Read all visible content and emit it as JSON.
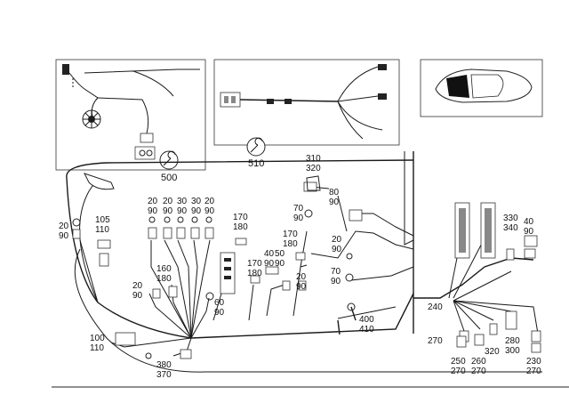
{
  "inset_boxes": [
    {
      "name": "inset-harness-500",
      "ref": "500",
      "icon": "wrench-icon"
    },
    {
      "name": "inset-harness-510",
      "ref": "510",
      "icon": "wrench-icon"
    },
    {
      "name": "inset-car-location",
      "icon": "car-icon"
    }
  ],
  "callouts": {
    "c_310_320": [
      "310",
      "320"
    ],
    "c_80_90": [
      "80",
      "90"
    ],
    "c_70_90_top": [
      "70",
      "90"
    ],
    "c_20_90_left": [
      "20",
      "90"
    ],
    "c_105_110": [
      "105",
      "110"
    ],
    "c_row1": [
      "20",
      "90"
    ],
    "c_row2": [
      "20",
      "90"
    ],
    "c_row3": [
      "30",
      "90"
    ],
    "c_row4": [
      "30",
      "90"
    ],
    "c_row5": [
      "20",
      "90"
    ],
    "c_170_180_top": [
      "170",
      "180"
    ],
    "c_170_180_mid": [
      "170",
      "180"
    ],
    "c_170_180_left": [
      "170",
      "180"
    ],
    "c_40_90": [
      "40",
      "90"
    ],
    "c_50_90": [
      "50",
      "90"
    ],
    "c_20_90_mid": [
      "20",
      "90"
    ],
    "c_70_90_right": [
      "70",
      "90"
    ],
    "c_20_90_right": [
      "20",
      "90"
    ],
    "c_160_180": [
      "160",
      "180"
    ],
    "c_20_90_low": [
      "20",
      "90"
    ],
    "c_60_90": [
      "60",
      "90"
    ],
    "c_330_340": [
      "330",
      "340"
    ],
    "c_40_90_right": [
      "40",
      "90"
    ],
    "c_400_410": [
      "400",
      "410"
    ],
    "c_100_110": [
      "100",
      "110"
    ],
    "c_380_370": [
      "380",
      "370"
    ],
    "c_240_270": [
      "240",
      "270"
    ],
    "c_250_270": [
      "250",
      "270"
    ],
    "c_260_270": [
      "260",
      "270"
    ],
    "c_320": [
      "320"
    ],
    "c_280_300": [
      "280",
      "300"
    ],
    "c_230_270": [
      "230",
      "270"
    ]
  }
}
